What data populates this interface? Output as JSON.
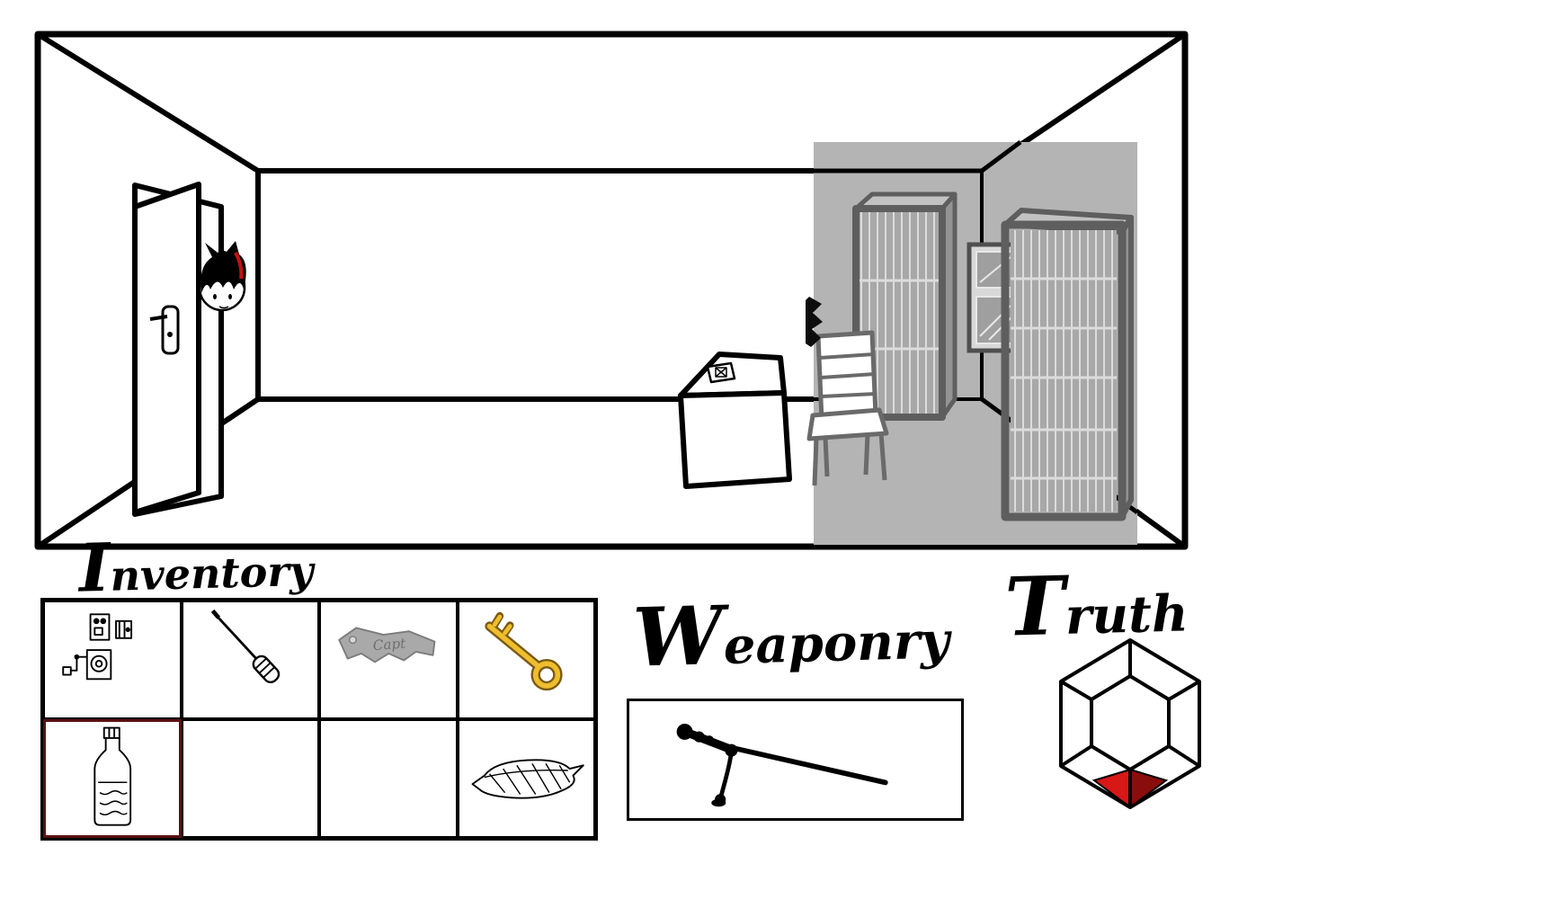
{
  "scene": {
    "door": {
      "state": "open"
    },
    "character": {
      "hair_color": "#000000",
      "hair_streak_color": "#c41111"
    },
    "crate": {
      "has_note": true
    },
    "side_room": {
      "tint": "#b4b4b4",
      "objects": [
        "bookshelf-left",
        "window",
        "bookshelf-right",
        "chair",
        "dark-scribble"
      ]
    }
  },
  "inventory": {
    "title": "Inventory",
    "columns": 4,
    "rows": 2,
    "slots": [
      {
        "index": 0,
        "item": "circuit-parts",
        "empty": false
      },
      {
        "index": 1,
        "item": "screwdriver",
        "empty": false
      },
      {
        "index": 2,
        "item": "metal-scrap",
        "label": "Capt",
        "empty": false
      },
      {
        "index": 3,
        "item": "gold-key",
        "empty": false
      },
      {
        "index": 4,
        "item": "bottle",
        "empty": false,
        "highlighted": true
      },
      {
        "index": 5,
        "item": null,
        "empty": true
      },
      {
        "index": 6,
        "item": null,
        "empty": true
      },
      {
        "index": 7,
        "item": "nest",
        "empty": false
      }
    ]
  },
  "weaponry": {
    "title": "Weaponry",
    "items": [
      {
        "item": "cane-staff"
      }
    ]
  },
  "truth": {
    "title": "Truth",
    "gauge": {
      "shape": "hex-gem",
      "level": "low"
    }
  },
  "colors": {
    "side_room_gray": "#b4b4b4",
    "highlight_maroon": "#5a1212",
    "truth_red": "#d81717",
    "truth_dark_red": "#8a0d0d",
    "key_gold": "#eebe2e"
  }
}
